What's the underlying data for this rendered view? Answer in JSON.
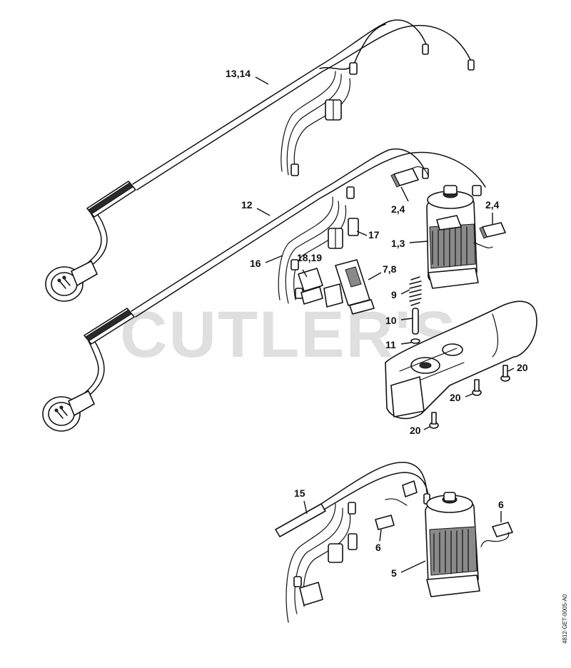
{
  "watermark": "CUTLER'S",
  "drawing_code": "4812-GET-0005-A0",
  "callouts": {
    "c1314": "13,14",
    "c12": "12",
    "c24a": "2,4",
    "c24b": "2,4",
    "c13": "1,3",
    "c17": "17",
    "c16": "16",
    "c1819": "18,19",
    "c78": "7,8",
    "c9": "9",
    "c10": "10",
    "c11": "11",
    "c20a": "20",
    "c20b": "20",
    "c20c": "20",
    "c15": "15",
    "c6a": "6",
    "c6b": "6",
    "c5": "5"
  }
}
